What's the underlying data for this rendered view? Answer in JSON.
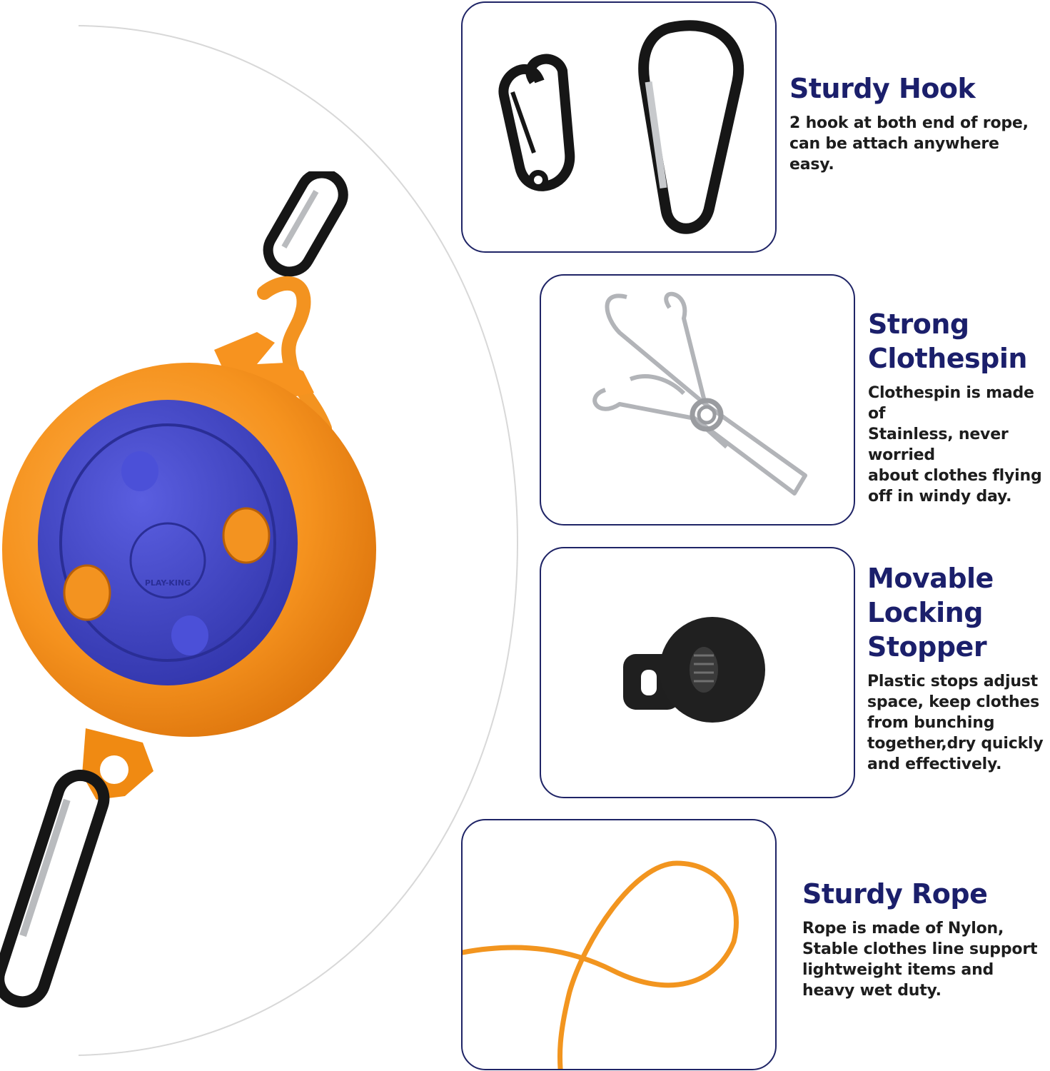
{
  "features": [
    {
      "id": "hook",
      "title_lines": [
        "Sturdy Hook"
      ],
      "desc_lines": [
        "2 hook at both end of rope,",
        "can be attach anywhere",
        "easy."
      ]
    },
    {
      "id": "pin",
      "title_lines": [
        "Strong",
        "Clothespin"
      ],
      "desc_lines": [
        "Clothespin is made of",
        "Stainless, never",
        "worried",
        "about clothes flying",
        "off in windy day."
      ]
    },
    {
      "id": "stopper",
      "title_lines": [
        "Movable",
        "Locking",
        "Stopper"
      ],
      "desc_lines": [
        "Plastic stops adjust",
        "space, keep clothes",
        "from bunching",
        "together,dry quickly",
        "and effectively."
      ]
    },
    {
      "id": "rope",
      "title_lines": [
        "Sturdy Rope"
      ],
      "desc_lines": [
        "Rope is made of Nylon,",
        "Stable clothes line support",
        "lightweight items and",
        "heavy wet duty."
      ]
    }
  ],
  "product": {
    "logo_text": "PLAY-KING"
  },
  "colors": {
    "title": "#1b1f6b",
    "text": "#1d1d1d",
    "panel_border": "#1f2466",
    "orange": "#f5921e",
    "blue": "#3b3fc4",
    "black": "#161616",
    "steel": "#c9cbce"
  },
  "icons": [
    "carabiner-small-icon",
    "carabiner-large-icon",
    "clothespin-icon",
    "cord-stopper-icon",
    "rope-icon",
    "clothesline-reel-icon"
  ]
}
